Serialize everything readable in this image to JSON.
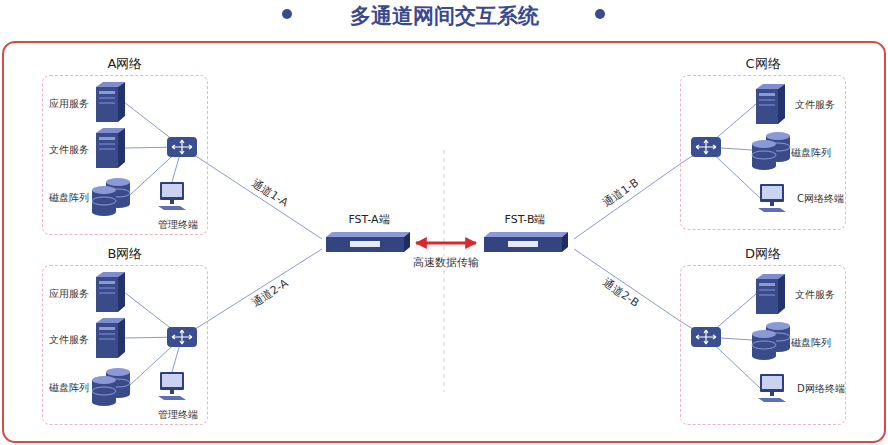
{
  "diagram": {
    "title": "多通道网间交互系统",
    "nodes": [
      {
        "text": [
          "A网络"
        ]
      },
      {
        "text": [
          "应用服务"
        ],
        "in": 0
      },
      {
        "text": [
          "文件服务"
        ],
        "in": 0
      },
      {
        "text": [
          "磁盘阵列"
        ],
        "in": 0
      },
      {
        "text": [
          "管理终端"
        ],
        "in": 0
      },
      {
        "text": [
          "B网络"
        ]
      },
      {
        "text": [
          "应用服务"
        ],
        "in": 5
      },
      {
        "text": [
          "文件服务"
        ],
        "in": 5
      },
      {
        "text": [
          "磁盘阵列"
        ],
        "in": 5
      },
      {
        "text": [
          "管理终端"
        ],
        "in": 5
      },
      {
        "text": [
          "FST-A端"
        ]
      },
      {
        "text": [
          "FST-B端"
        ]
      },
      {
        "text": [
          "C网络"
        ]
      },
      {
        "text": [
          "文件服务"
        ],
        "in": 12
      },
      {
        "text": [
          "磁盘阵列"
        ],
        "in": 12
      },
      {
        "text": [
          "C网络终端"
        ],
        "in": 12
      },
      {
        "text": [
          "D网络"
        ]
      },
      {
        "text": [
          "文件服务"
        ],
        "in": 16
      },
      {
        "text": [
          "磁盘阵列"
        ],
        "in": 16
      },
      {
        "text": [
          "D网络终端"
        ],
        "in": 16
      }
    ],
    "edges": [
      {
        "from": 0,
        "to": 10,
        "label": "通道1-A",
        "arrow": "none"
      },
      {
        "from": 5,
        "to": 10,
        "label": "通道2-A",
        "arrow": "none"
      },
      {
        "from": 10,
        "to": 11,
        "label": "高速数据传输",
        "arrow": "both"
      },
      {
        "from": 11,
        "to": 12,
        "label": "通道1-B",
        "arrow": "none"
      },
      {
        "from": 11,
        "to": 16,
        "label": "通道2-B",
        "arrow": "none"
      }
    ]
  }
}
